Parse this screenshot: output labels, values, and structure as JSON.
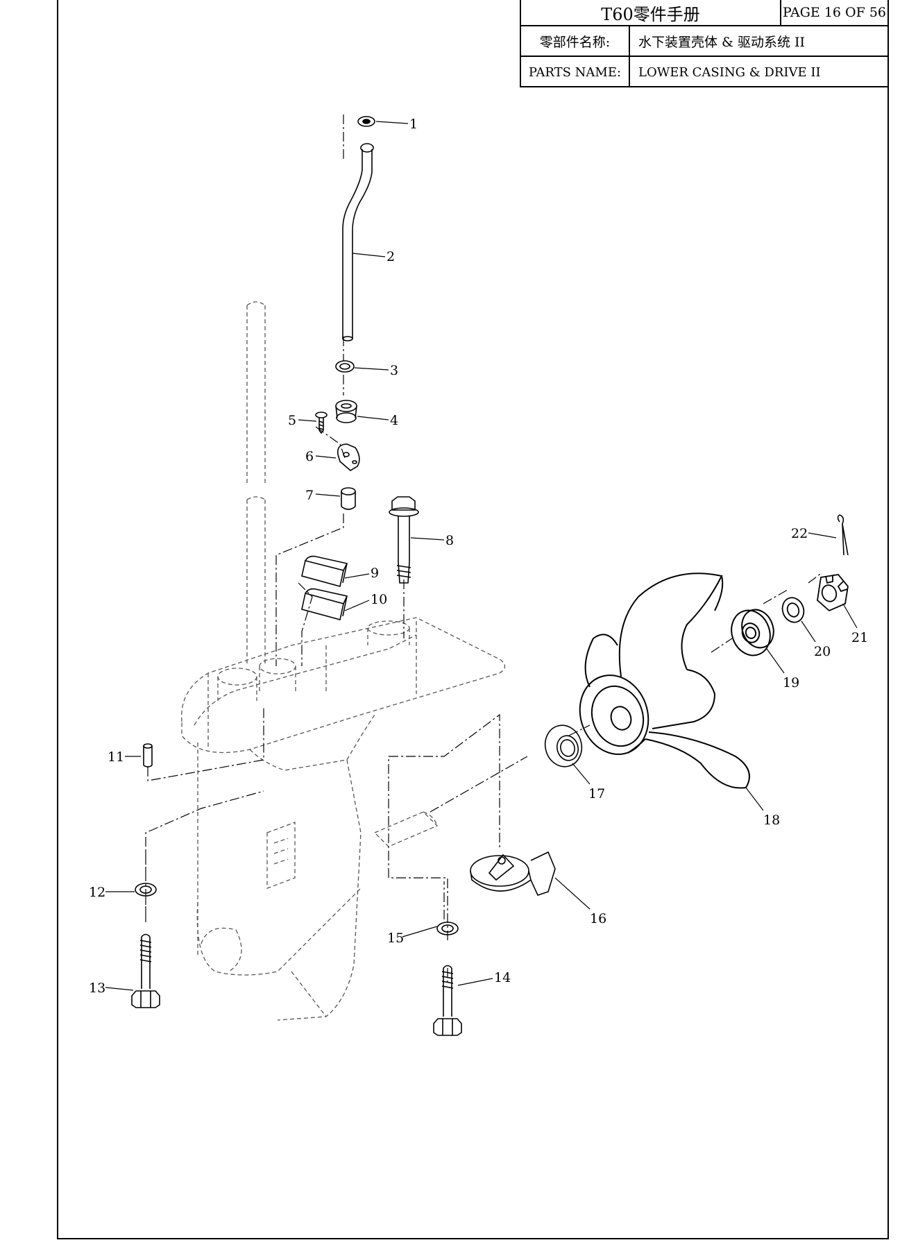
{
  "title_block": {
    "manual_title": "T60零件手册",
    "page": "PAGE 16 OF 56",
    "cn_label": "零部件名称:",
    "cn_value": "水下装置壳体 & 驱动系统 II",
    "en_label": "PARTS NAME:",
    "en_value": "LOWER CASING & DRIVE II"
  },
  "callouts": [
    "1",
    "2",
    "3",
    "4",
    "5",
    "6",
    "7",
    "8",
    "9",
    "10",
    "11",
    "12",
    "13",
    "14",
    "15",
    "16",
    "17",
    "18",
    "19",
    "20",
    "21",
    "22"
  ]
}
